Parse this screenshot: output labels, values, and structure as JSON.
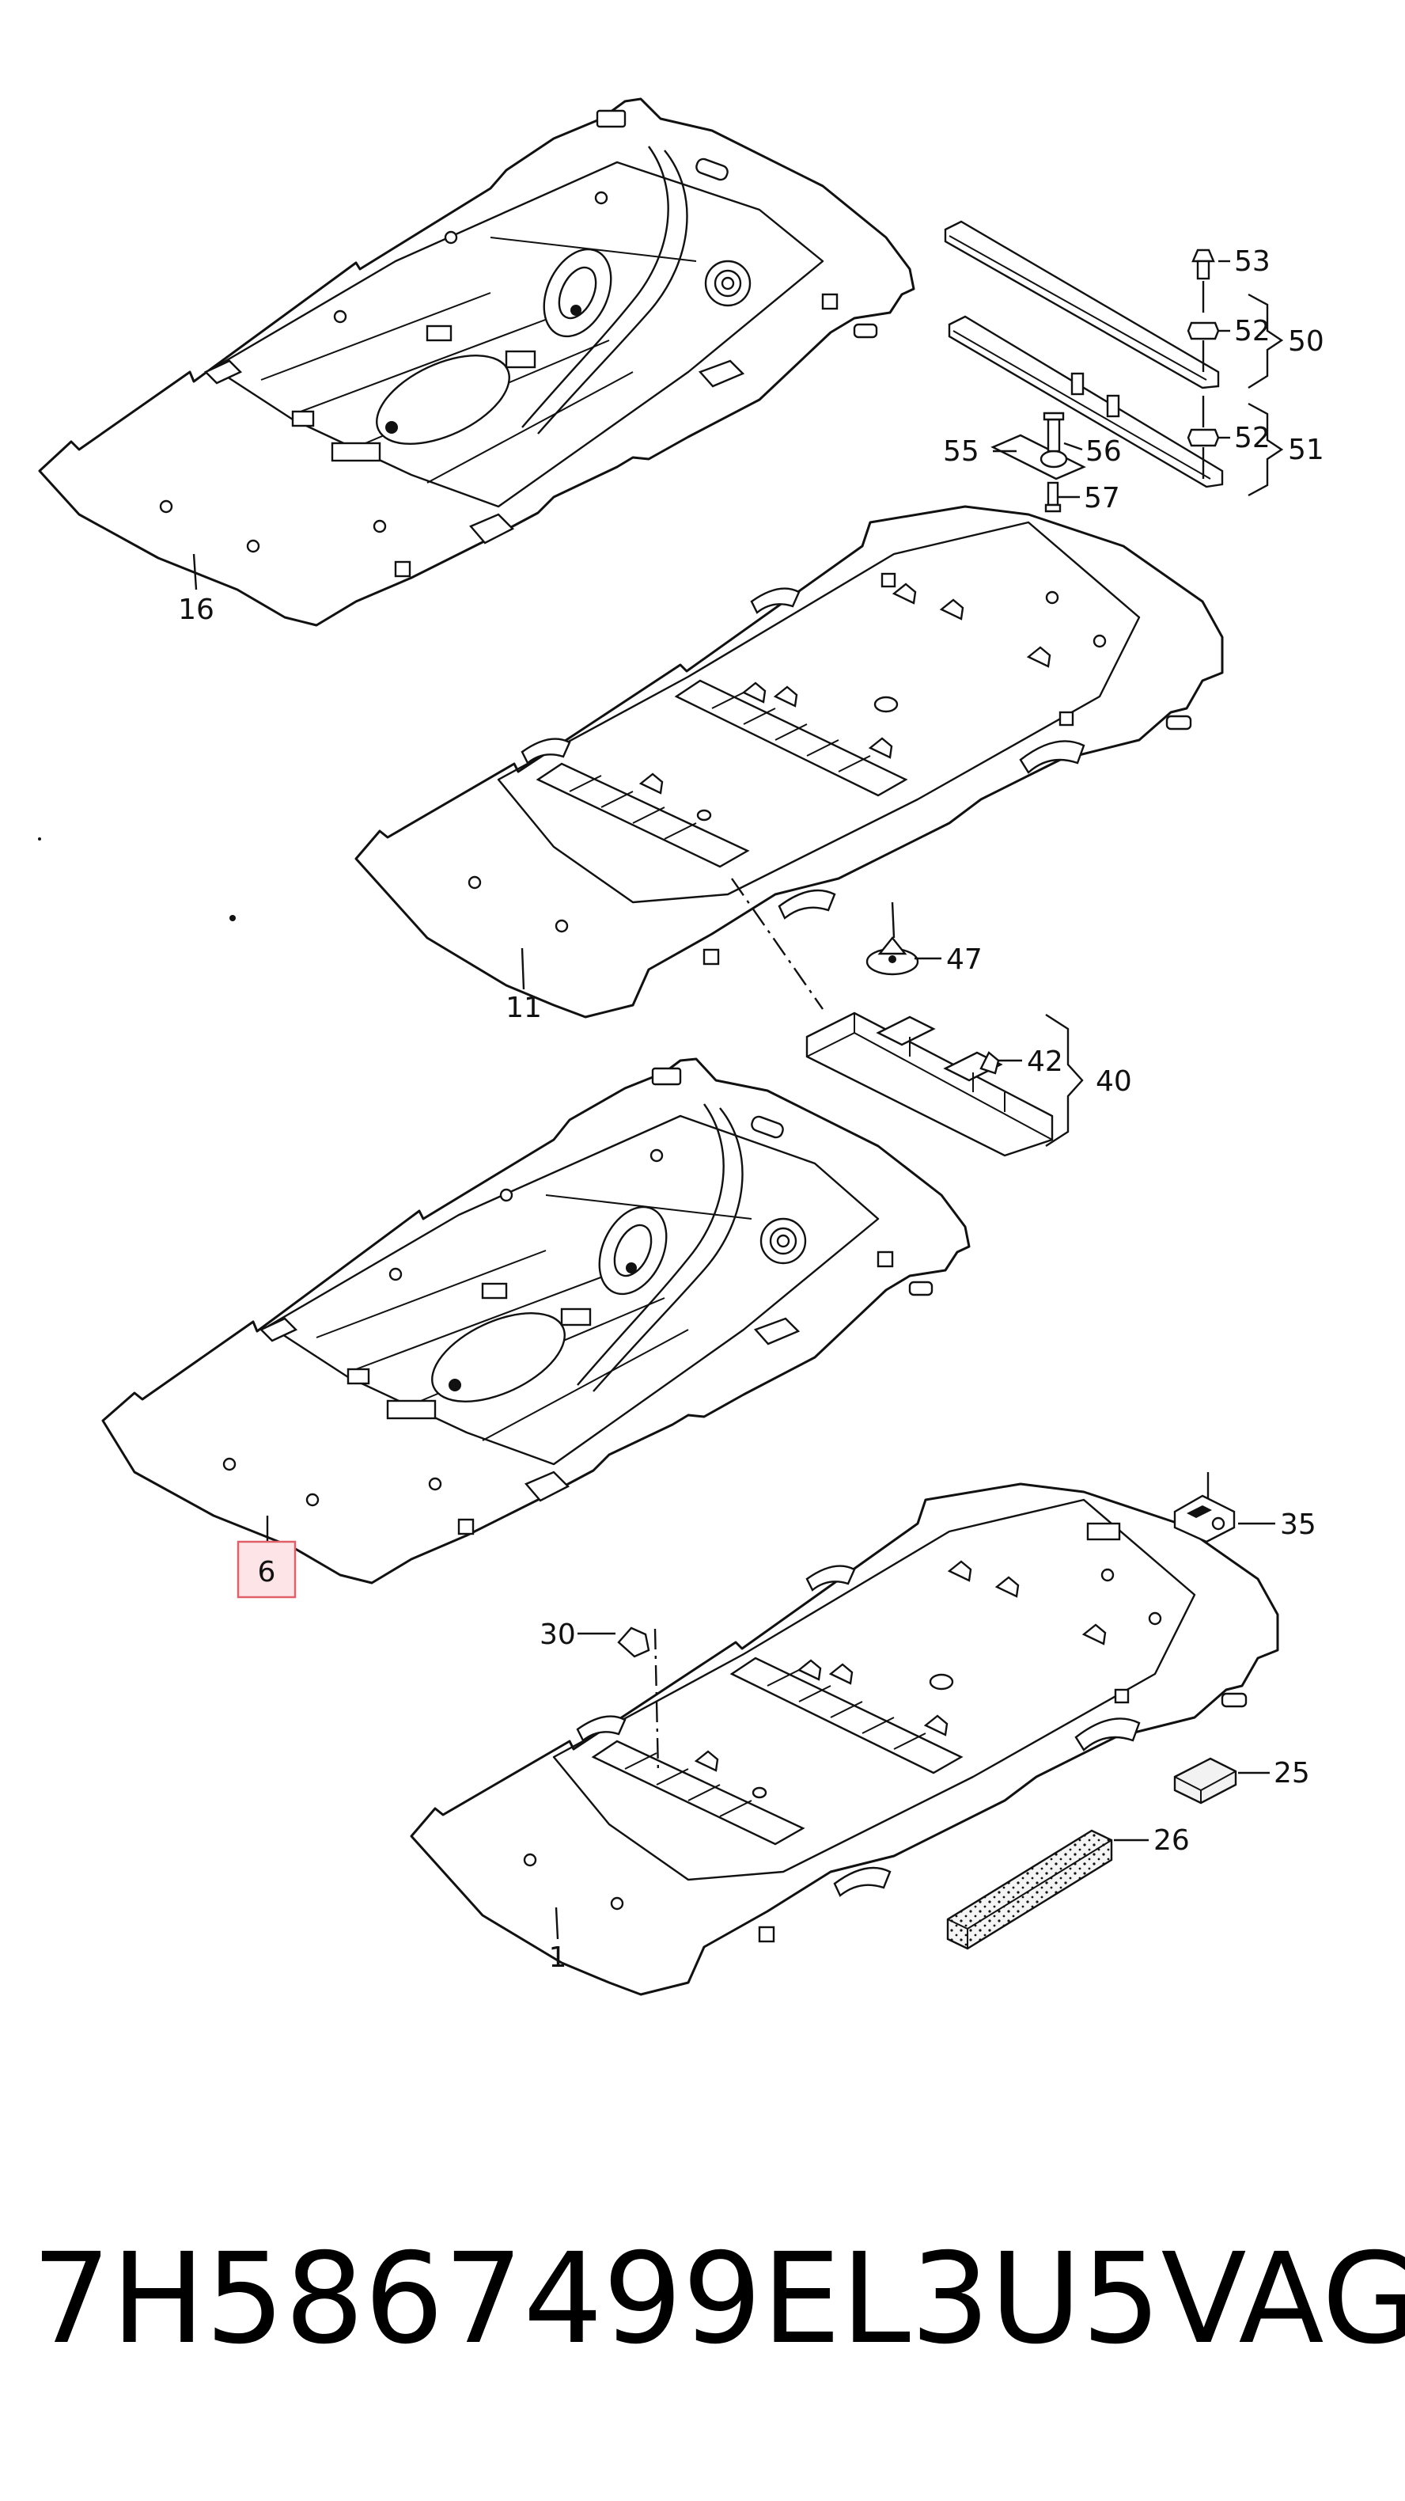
{
  "labels": {
    "p1": "1",
    "p6": "6",
    "p11": "11",
    "p16": "16",
    "p25": "25",
    "p26": "26",
    "p30": "30",
    "p35": "35",
    "p40": "40",
    "p42": "42",
    "p47": "47",
    "p50": "50",
    "p51": "51",
    "p52a": "52",
    "p52b": "52",
    "p53": "53",
    "p55": "55",
    "p56": "56",
    "p57": "57"
  },
  "highlighted_label": "6",
  "footer": {
    "part_number": "7H5867499EL3U5",
    "brand": "VAG"
  },
  "colors": {
    "line": "#111111",
    "highlight_fill": "#fde4e6",
    "highlight_stroke": "#e0606a"
  }
}
